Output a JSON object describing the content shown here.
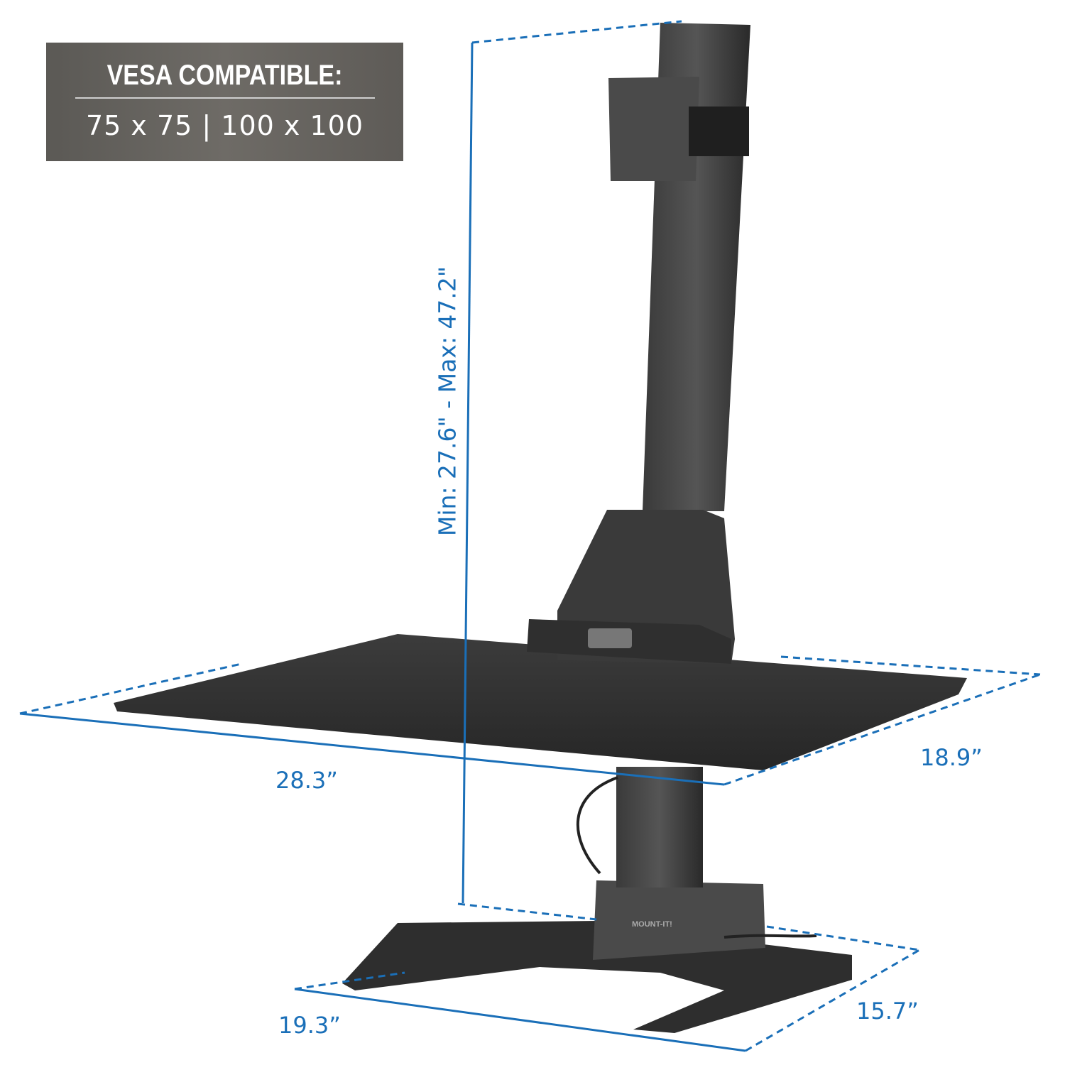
{
  "vesa_badge": {
    "title": "VESA COMPATIBLE:",
    "sizes": "75 x 75  | 100 x 100"
  },
  "dimensions": {
    "height_range": "Min: 27.6\" - Max: 47.2\"",
    "desk_width": "28.3”",
    "desk_depth": "18.9”",
    "base_width": "19.3”",
    "base_depth": "15.7”"
  },
  "brand_logo": "MOUNT-IT!",
  "colors": {
    "dimension_line": "#1a6fb8",
    "product": "#2b2b2b",
    "badge": "#65625e"
  }
}
